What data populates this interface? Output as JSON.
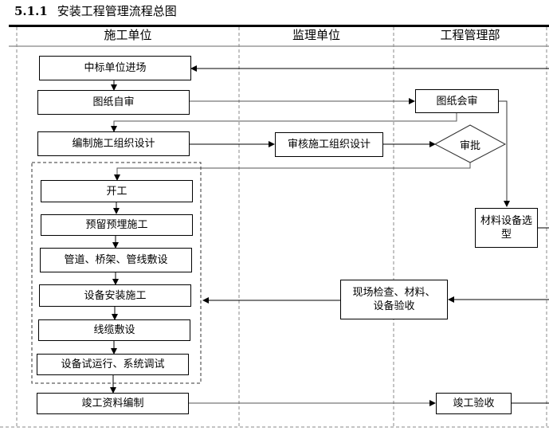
{
  "title": {
    "number": "5.1.1",
    "text": "安装工程管理流程总图"
  },
  "lanes": [
    {
      "id": "contractor",
      "label": "施工单位"
    },
    {
      "id": "supervisor",
      "label": "监理单位"
    },
    {
      "id": "engineering",
      "label": "工程管理部"
    }
  ],
  "nodes": {
    "enter_site": "中标单位进场",
    "self_review": "图纸自审",
    "joint_review": "图纸会审",
    "compile_design": "编制施工组织设计",
    "review_design": "审核施工组织设计",
    "approve": "审批",
    "start": "开工",
    "embed": "预留预埋施工",
    "pipes": "管道、桥架、管线敷设",
    "equip_install": "设备安装施工",
    "cabling": "线缆敷设",
    "commissioning": "设备试运行、系统调试",
    "completion_docs": "竣工资料编制",
    "material_select": "材料设备选型",
    "site_inspect_line1": "现场检查、材料、",
    "site_inspect_line2": "设备验收",
    "final_accept": "竣工验收"
  },
  "edges": [
    {
      "from": "external",
      "to": "enter_site"
    },
    {
      "from": "enter_site",
      "to": "self_review"
    },
    {
      "from": "self_review",
      "to": "joint_review"
    },
    {
      "from": "joint_review",
      "to": "compile_design"
    },
    {
      "from": "joint_review",
      "to": "material_select"
    },
    {
      "from": "compile_design",
      "to": "review_design"
    },
    {
      "from": "review_design",
      "to": "approve"
    },
    {
      "from": "approve",
      "to": "start"
    },
    {
      "from": "start",
      "to": "embed"
    },
    {
      "from": "embed",
      "to": "pipes"
    },
    {
      "from": "pipes",
      "to": "equip_install"
    },
    {
      "from": "equip_install",
      "to": "cabling"
    },
    {
      "from": "cabling",
      "to": "commissioning"
    },
    {
      "from": "commissioning",
      "to": "completion_docs"
    },
    {
      "from": "external",
      "to": "site_inspect"
    },
    {
      "from": "site_inspect",
      "to": "equip_install"
    },
    {
      "from": "completion_docs",
      "to": "final_accept"
    },
    {
      "from": "final_accept",
      "to": "external"
    }
  ]
}
